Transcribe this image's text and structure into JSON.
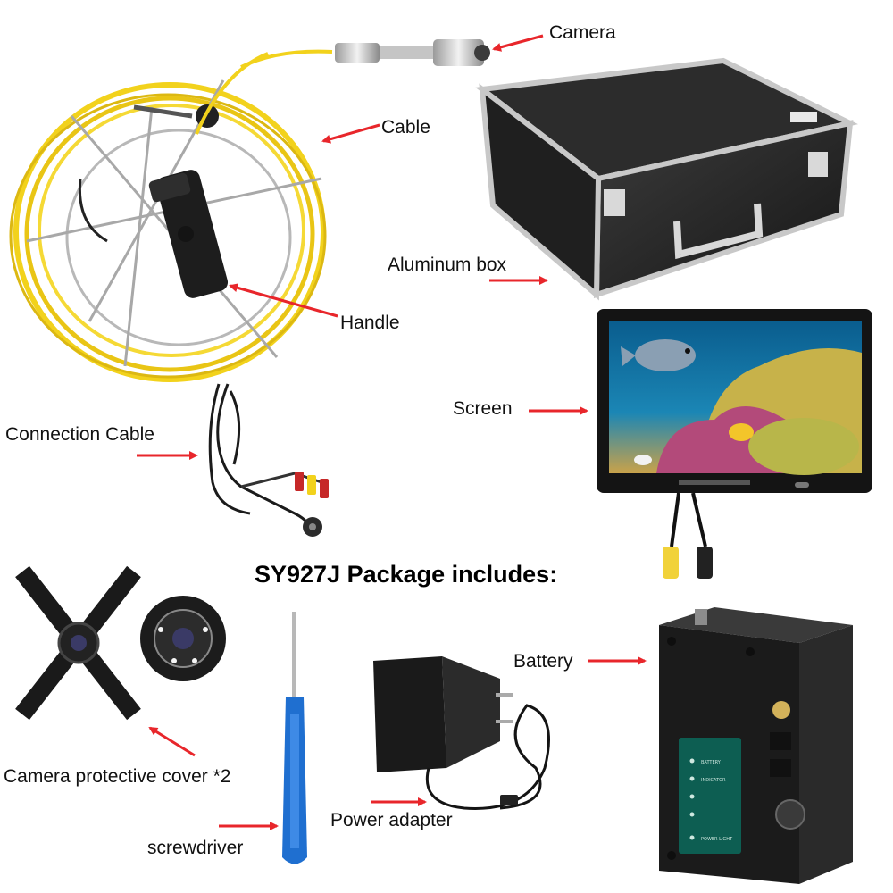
{
  "heading": "SY927J Package includes:",
  "labels": {
    "camera": "Camera",
    "cable": "Cable",
    "aluminum_box": "Aluminum box",
    "handle": "Handle",
    "screen": "Screen",
    "connection_cable": "Connection Cable",
    "battery": "Battery",
    "camera_protective_cover": "Camera protective cover *2",
    "power_adapter": "Power adapter",
    "screwdriver": "screwdriver"
  },
  "battery_panel": [
    "BATTERY",
    "INDICATOR",
    "POWER LIGHT"
  ],
  "colors": {
    "arrow": "#e8262b",
    "cable_yellow": "#f2d21c",
    "case_dark": "#2a2a2a",
    "screwdriver_blue": "#1f6fd0"
  }
}
